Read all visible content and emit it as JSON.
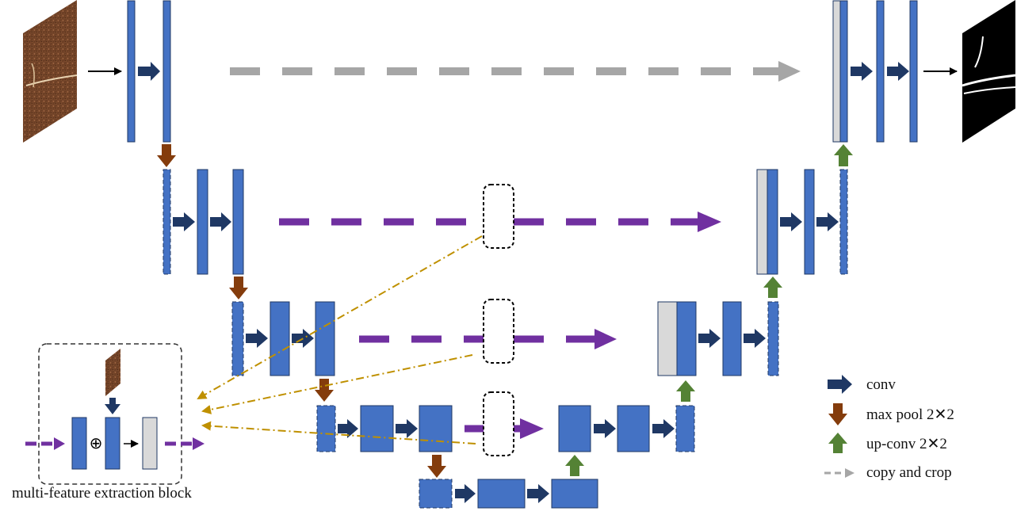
{
  "block": {
    "caption": "multi-feature extraction block",
    "operator": "⊕"
  },
  "legend": {
    "conv": "conv",
    "max_pool": "max pool 2✕2",
    "up_conv": "up-conv 2✕2",
    "copy_crop": "copy and crop"
  },
  "colors": {
    "feature_map": "#4472c4",
    "feature_border": "#1f3864",
    "concat_fill": "#d9d9d9",
    "conv_arrow": "#1f3864",
    "pool_arrow": "#843c0c",
    "upconv_arrow": "#548235",
    "skip_gray": "#a6a6a6",
    "skip_purple": "#7030a0",
    "attention_gold": "#bf9000"
  },
  "images": {
    "input": "soil-root-input-image",
    "output": "segmentation-mask-output"
  }
}
